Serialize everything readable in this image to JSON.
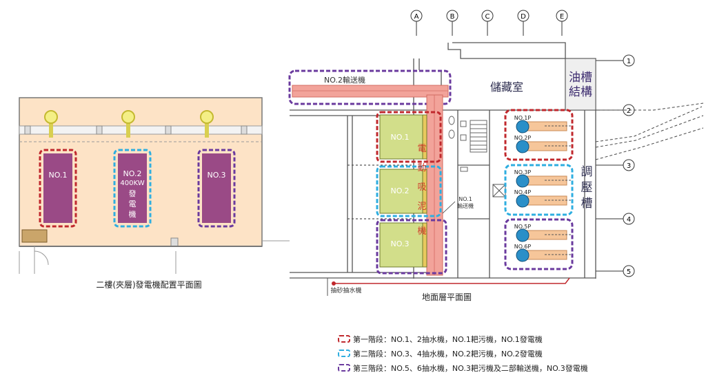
{
  "left_plan": {
    "caption": "二樓(夾層)發電機配置平面圖",
    "units": [
      {
        "label_lines": [
          "NO.1"
        ],
        "stage_color": "#c0282d"
      },
      {
        "label_lines": [
          "NO.2",
          "400KW",
          "發",
          "電",
          "機"
        ],
        "stage_color": "#2eaee0"
      },
      {
        "label_lines": [
          "NO.3"
        ],
        "stage_color": "#6a3a9e"
      }
    ]
  },
  "right_plan": {
    "caption": "地面層平面圖",
    "axis_columns": [
      "A",
      "B",
      "C",
      "D",
      "E"
    ],
    "axis_rows": [
      "1",
      "2",
      "3",
      "4",
      "5"
    ],
    "rooms": {
      "storage": "儲藏室",
      "oil_tank": [
        "油槽",
        "結構"
      ],
      "regulating_tank": [
        "調",
        "壓",
        "槽"
      ]
    },
    "conveyor2": "NO.2輸送機",
    "conveyor1": [
      "NO.1",
      "輸送機"
    ],
    "grit_units": [
      "NO.1",
      "NO.2",
      "NO.3"
    ],
    "pumps": [
      "NO.1P",
      "NO.2P",
      "NO.3P",
      "NO.4P",
      "NO.5P",
      "NO.6P"
    ],
    "vertical_label": [
      "電",
      "動",
      "吸",
      "泥",
      "機"
    ],
    "sump_pump": "抽砂抽水機"
  },
  "legend": [
    {
      "text": "第一階段：NO.1、2抽水機，NO.1耙污機，NO.1發電機",
      "color": "#c0282d"
    },
    {
      "text": "第二階段：NO.3、4抽水機，NO.2耙污機，NO.2發電機",
      "color": "#2eaee0"
    },
    {
      "text": "第三階段：NO.5、6抽水機，NO.3耙污機及二部輸送機，NO.3發電機",
      "color": "#6a3a9e"
    }
  ],
  "colors": {
    "floor": "#fde3c6",
    "generator": "#9a4a86",
    "conveyor": "#f2a39a",
    "grit": "#d2de8a",
    "pump_body": "#f6c69a",
    "pump_head": "#2a8fc8",
    "stage1": "#c0282d",
    "stage2": "#2eaee0",
    "stage3": "#6a3a9e"
  }
}
